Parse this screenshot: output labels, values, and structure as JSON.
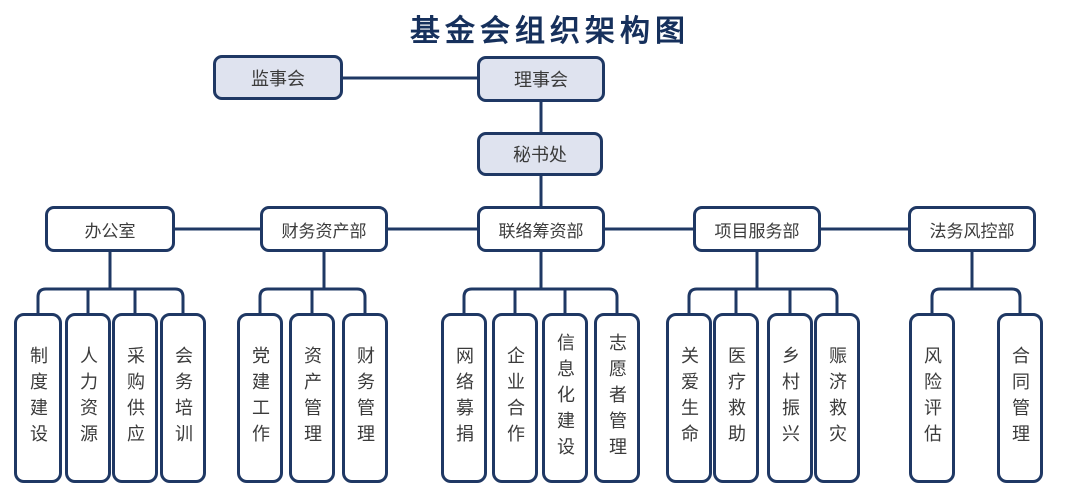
{
  "title": "基金会组织架构图",
  "colors": {
    "border": "#1f3864",
    "connector": "#1f3864",
    "top_box_fill": "#dfe3ef",
    "box_fill": "#ffffff",
    "title_text": "#16305c",
    "box_text": "#3b3b3b"
  },
  "top": {
    "supervisors": "监事会",
    "board": "理事会",
    "secretariat": "秘书处"
  },
  "departments": [
    {
      "label": "办公室",
      "children": [
        "制度建设",
        "人力资源",
        "采购供应",
        "会务培训"
      ]
    },
    {
      "label": "财务资产部",
      "children": [
        "党建工作",
        "资产管理",
        "财务管理"
      ]
    },
    {
      "label": "联络筹资部",
      "children": [
        "网络募捐",
        "企业合作",
        "信息化建设",
        "志愿者管理"
      ]
    },
    {
      "label": "项目服务部",
      "children": [
        "关爱生命",
        "医疗救助",
        "乡村振兴",
        "赈济救灾"
      ]
    },
    {
      "label": "法务风控部",
      "children": [
        "风险评估",
        "合同管理"
      ]
    }
  ]
}
